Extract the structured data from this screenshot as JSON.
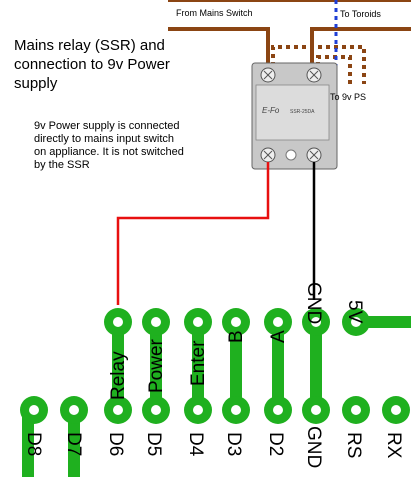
{
  "title": "Mains relay (SSR) and connection to 9v Power supply",
  "note": "9v Power supply is connected directly to mains input switch on appliance.  It is not switched by the SSR",
  "wire_labels": {
    "from_mains": "From Mains Switch",
    "to_toroids": "To Toroids",
    "to_9v": "To 9v PS"
  },
  "relay_text": {
    "brand": "E-Fo",
    "model": "SSR-25DA"
  },
  "header_top_pins": [
    "Relay",
    "Power",
    "Enter",
    "B",
    "A",
    "GND",
    "5V"
  ],
  "header_bottom_pins": [
    "D8",
    "D7",
    "D6",
    "D5",
    "D4",
    "D3",
    "D2",
    "GND",
    "RS",
    "RX"
  ],
  "colors": {
    "mains_wire": "#8b4513",
    "dotted_blue": "#1f3fd6",
    "red_wire": "#e81010",
    "black_wire": "#000000",
    "pcb_green": "#1fb01f",
    "relay_body": "#c8c8c8"
  }
}
